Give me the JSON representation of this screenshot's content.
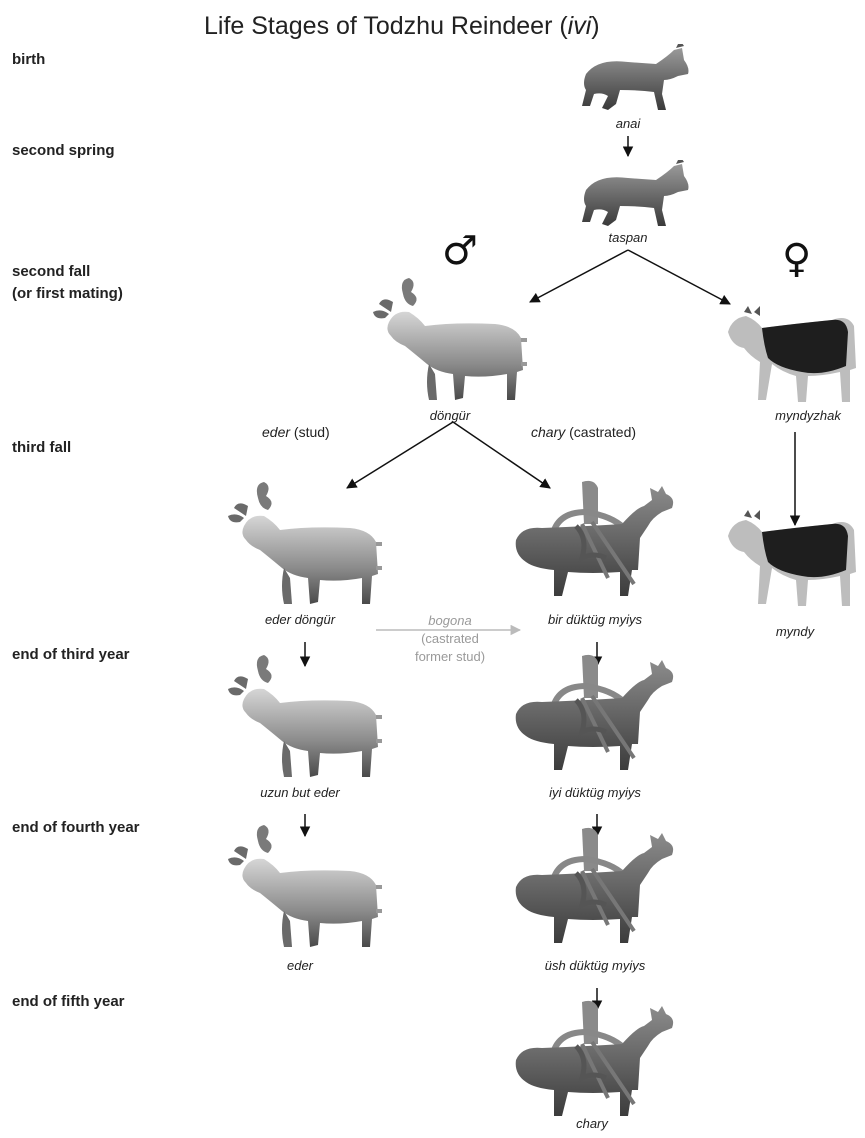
{
  "title_main": "Life Stages of Todzhu Reindeer (",
  "title_italic": "ivi",
  "title_end": ")",
  "stages": {
    "birth": "birth",
    "second_spring": "second spring",
    "second_fall": "second fall",
    "second_fall_note": "(or first mating)",
    "third_fall": "third fall",
    "end_third": "end of third year",
    "end_fourth": "end of fourth year",
    "end_fifth": "end of fifth year"
  },
  "symbols": {
    "male": "♂",
    "female": "♀"
  },
  "names": {
    "anai": "anai",
    "taspan": "taspan",
    "dongur": "döngür",
    "myndyzhak": "myndyzhak",
    "eder_dongur": "eder döngür",
    "bir": "bir düktüg myiys",
    "myndy": "myndy",
    "uzun": "uzun but eder",
    "iyi": "iyi düktüg myiys",
    "eder": "eder",
    "ush": "üsh düktüg myiys",
    "chary": "chary"
  },
  "branches": {
    "eder_word": "eder",
    "eder_note": " (stud)",
    "chary_word": "chary",
    "chary_note": " (castrated)"
  },
  "bogona": {
    "word": "bogona",
    "line1": "(castrated",
    "line2": "former stud)"
  },
  "icons": {
    "calf": "reindeer-calf-icon",
    "antlered": "antlered-reindeer-icon",
    "female": "female-reindeer-icon",
    "saddled": "saddled-reindeer-icon"
  }
}
